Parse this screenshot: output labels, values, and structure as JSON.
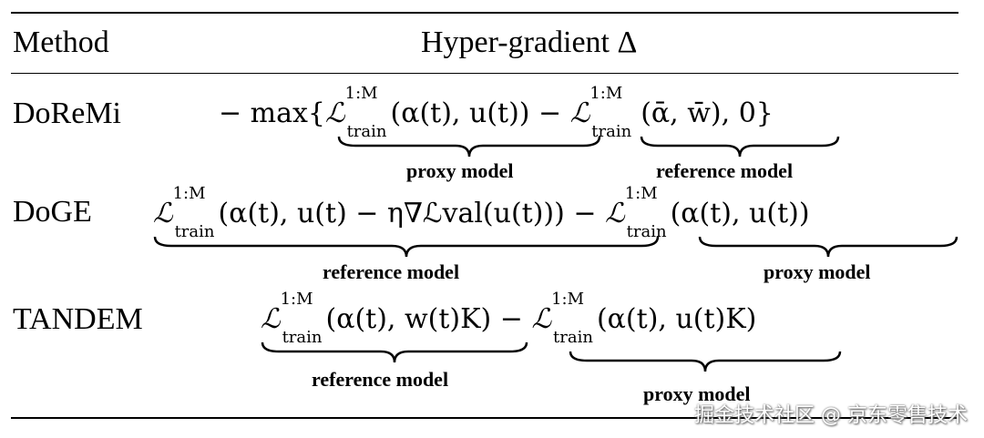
{
  "table": {
    "header": {
      "method": "Method",
      "delta": "Hyper-gradient Δ"
    },
    "rows": [
      {
        "method": "DoReMi",
        "formula_parts": {
          "prefix": "− max{",
          "term1": "ℒ",
          "sup1": "1:M",
          "sub1": "train",
          "args1": "(α(t), u(t))",
          "minus": "−",
          "term2": "ℒ",
          "sup2": "1:M",
          "sub2": "train",
          "args2": "(ᾱ, w̄)",
          "suffix": ", 0}"
        },
        "brace_labels": [
          "proxy model",
          "reference model"
        ]
      },
      {
        "method": "DoGE",
        "formula_parts": {
          "term1": "ℒ",
          "sup1": "1:M",
          "sub1": "train",
          "args1": "(α(t), u(t) − η∇ℒval(u(t)))",
          "minus": "−",
          "term2": "ℒ",
          "sup2": "1:M",
          "sub2": "train",
          "args2": "(α(t), u(t))"
        },
        "brace_labels": [
          "reference model",
          "proxy model"
        ]
      },
      {
        "method": "TANDEM",
        "formula_parts": {
          "term1": "ℒ",
          "sup1": "1:M",
          "sub1": "train",
          "args1": "(α(t), w(t)K)",
          "minus": "−",
          "term2": "ℒ",
          "sup2": "1:M",
          "sub2": "train",
          "args2": "(α(t), u(t)K)"
        },
        "brace_labels": [
          "reference model",
          "proxy model"
        ]
      }
    ]
  },
  "watermark": "掘金技术社区 @ 京东零售技术"
}
